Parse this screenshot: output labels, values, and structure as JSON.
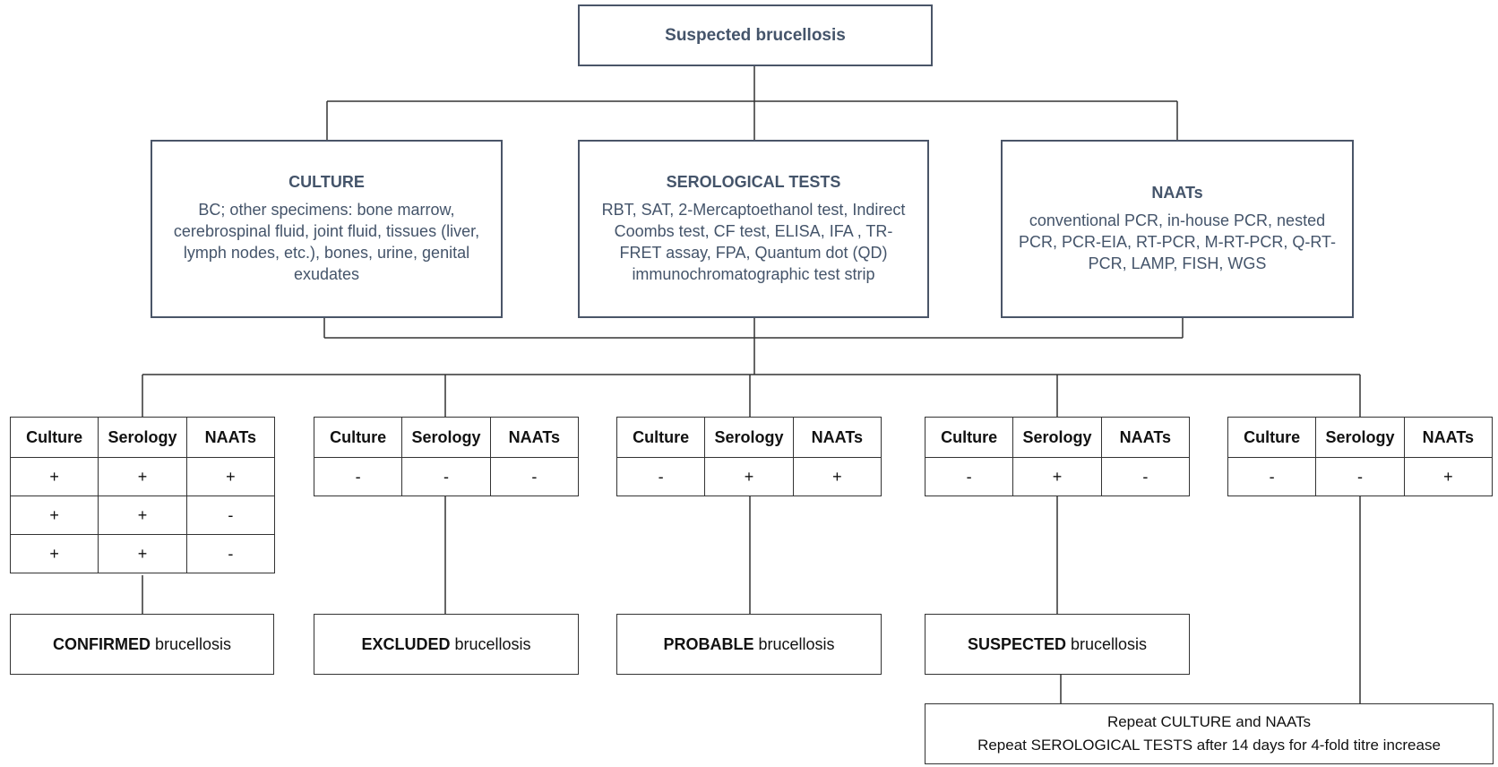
{
  "top": {
    "title": "Suspected brucellosis"
  },
  "methods": {
    "culture": {
      "heading": "CULTURE",
      "desc": "BC; other specimens: bone marrow, cerebrospinal fluid, joint fluid, tissues (liver, lymph nodes, etc.), bones, urine, genital exudates"
    },
    "serology": {
      "heading": "SEROLOGICAL TESTS",
      "desc": "RBT, SAT, 2-Mercaptoethanol test, Indirect Coombs test, CF test, ELISA, IFA , TR-FRET assay, FPA, Quantum dot (QD) immunochromatographic test strip"
    },
    "naats": {
      "heading": "NAATs",
      "desc": "conventional PCR, in-house PCR, nested PCR, PCR-EIA, RT-PCR, M-RT-PCR, Q-RT-PCR, LAMP, FISH, WGS"
    }
  },
  "columns": [
    "Culture",
    "Serology",
    "NAATs"
  ],
  "tables": [
    {
      "rows": [
        [
          "+",
          "+",
          "+"
        ],
        [
          "+",
          "+",
          "-"
        ],
        [
          "+",
          "+",
          "-"
        ]
      ]
    },
    {
      "rows": [
        [
          "-",
          "-",
          "-"
        ]
      ]
    },
    {
      "rows": [
        [
          "-",
          "+",
          "+"
        ]
      ]
    },
    {
      "rows": [
        [
          "-",
          "+",
          "-"
        ]
      ]
    },
    {
      "rows": [
        [
          "-",
          "-",
          "+"
        ]
      ]
    }
  ],
  "outcomes": {
    "confirmed": {
      "bold": "CONFIRMED",
      "rest": "brucellosis"
    },
    "excluded": {
      "bold": "EXCLUDED",
      "rest": "brucellosis"
    },
    "probable": {
      "bold": "PROBABLE",
      "rest": "brucellosis"
    },
    "suspected": {
      "bold": "SUSPECTED",
      "rest": "brucellosis"
    }
  },
  "repeat": {
    "line1": "Repeat CULTURE and NAATs",
    "line2": "Repeat SEROLOGICAL TESTS after 14 days for 4-fold titre increase"
  },
  "colors": {
    "heading_text": "#44546a",
    "box_border": "#4a5568",
    "connector": "#333333"
  }
}
